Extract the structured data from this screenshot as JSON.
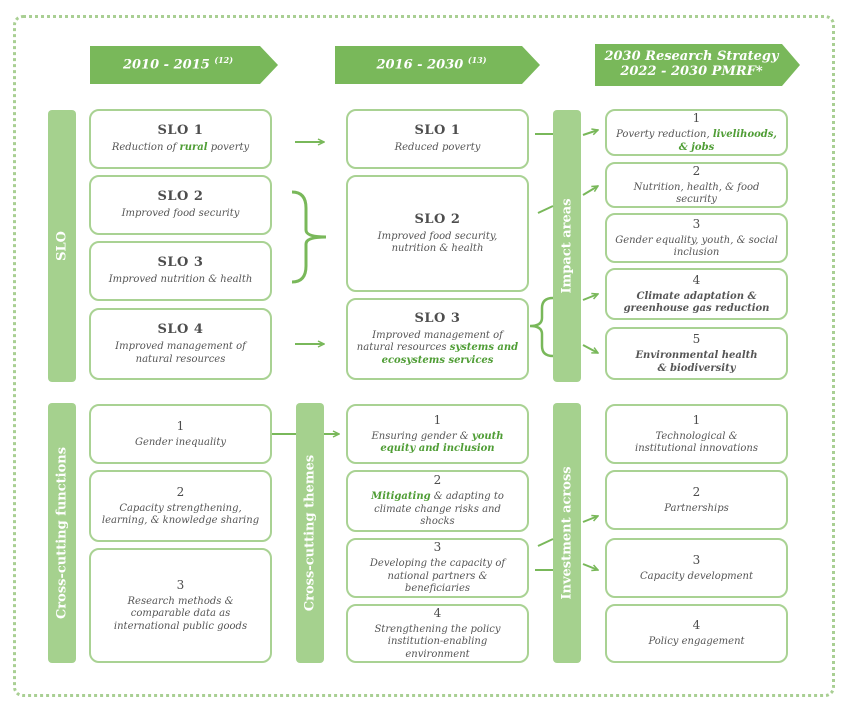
{
  "headers": {
    "col1": {
      "text": "2010 - 2015",
      "sup": "(12)"
    },
    "col2": {
      "text": "2016 - 2030",
      "sup": "(13)"
    },
    "col3": {
      "line1": "2030 Research Strategy",
      "line2": "2022 - 2030 PMRF*"
    }
  },
  "bars": {
    "slo": "SLO",
    "impact_areas": "Impact areas",
    "cross_functions": "Cross-cutting functions",
    "cross_themes": "Cross-cutting themes",
    "investment": "Investment across"
  },
  "slo_2010": [
    {
      "title": "SLO 1",
      "pre": "Reduction of ",
      "hl": "rural",
      "post": " poverty"
    },
    {
      "title": "SLO 2",
      "desc": "Improved food security"
    },
    {
      "title": "SLO 3",
      "desc": "Improved nutrition & health"
    },
    {
      "title": "SLO 4",
      "desc": "Improved management of natural resources"
    }
  ],
  "slo_2016": [
    {
      "title": "SLO 1",
      "desc": "Reduced poverty"
    },
    {
      "title": "SLO 2",
      "desc": "Improved food security, nutrition & health"
    },
    {
      "title": "SLO 3",
      "pre": "Improved management of natural resources ",
      "hl": "systems and ecosystems services"
    }
  ],
  "impact_areas": [
    {
      "num": "1",
      "pre": "Poverty reduction, ",
      "hl": "livelihoods, & jobs"
    },
    {
      "num": "2",
      "desc": "Nutrition, health, & food security"
    },
    {
      "num": "3",
      "desc": "Gender equality, youth, & social inclusion"
    },
    {
      "num": "4",
      "hl": "Climate adaptation & greenhouse gas reduction"
    },
    {
      "num": "5",
      "hl": "Environmental health & biodiversity"
    }
  ],
  "cross_functions": [
    {
      "num": "1",
      "desc": "Gender inequality"
    },
    {
      "num": "2",
      "desc": "Capacity strengthening, learning, & knowledge sharing"
    },
    {
      "num": "3",
      "desc": "Research methods & comparable data as international public goods"
    }
  ],
  "cross_themes": [
    {
      "num": "1",
      "pre": "Ensuring gender & ",
      "hl": "youth equity and inclusion"
    },
    {
      "num": "2",
      "hl": "Mitigating",
      "post": " & adapting to climate change risks and shocks"
    },
    {
      "num": "3",
      "desc": "Developing the capacity of national partners & beneficiaries"
    },
    {
      "num": "4",
      "desc": "Strengthening the policy institution-enabling environment"
    }
  ],
  "investment": [
    {
      "num": "1",
      "desc": "Technological & institutional innovations"
    },
    {
      "num": "2",
      "desc": "Partnerships"
    },
    {
      "num": "3",
      "desc": "Capacity development"
    },
    {
      "num": "4",
      "desc": "Policy engagement"
    }
  ],
  "colors": {
    "header_green": "#79b85a",
    "bar_green": "#a5d18e",
    "border_green": "#a9d293",
    "highlight_green": "#4f9d35"
  }
}
